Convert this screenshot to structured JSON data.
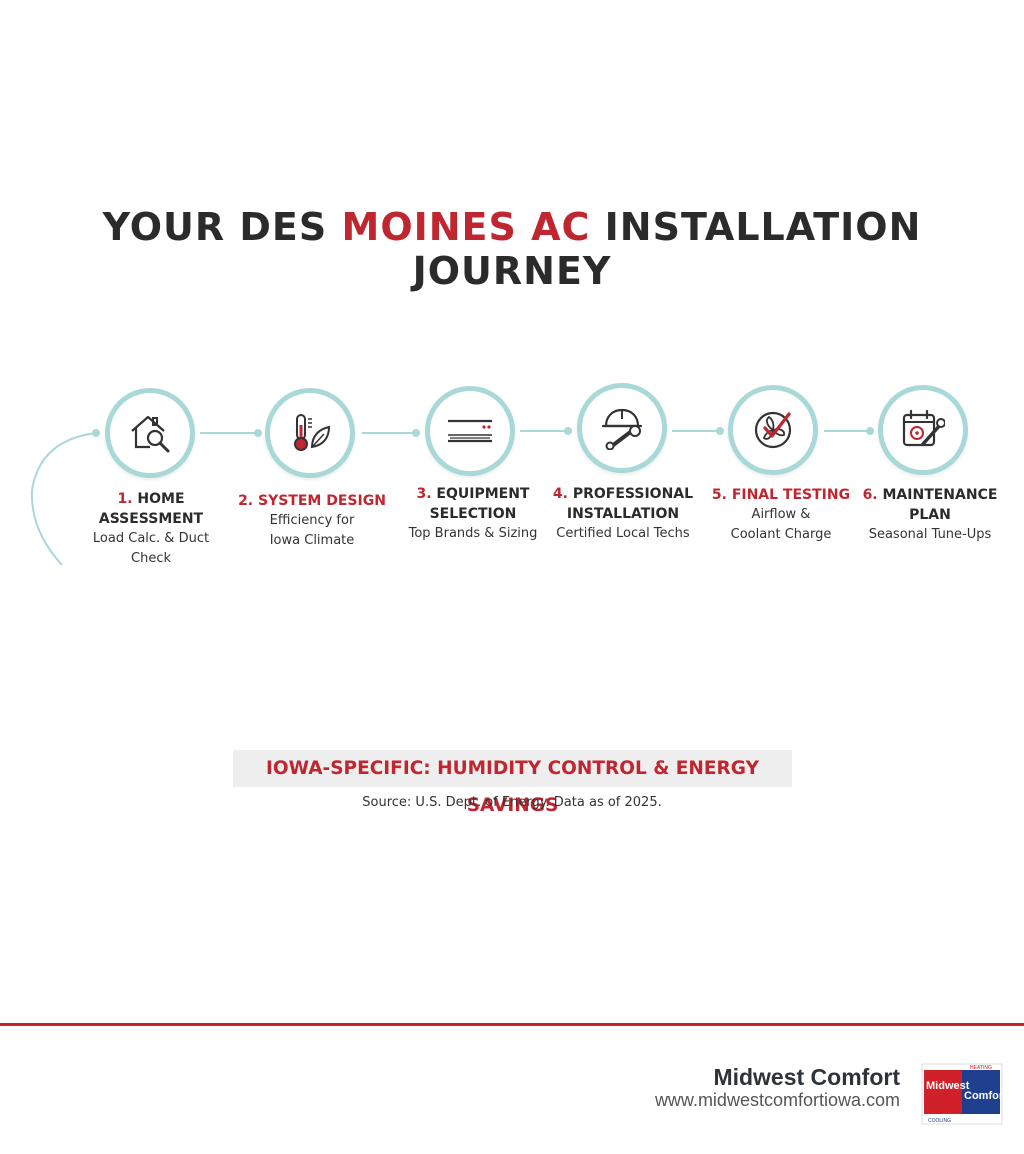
{
  "title": {
    "part1": "YOUR DES ",
    "accent": "MOINES AC",
    "part2": " INSTALLATION JOURNEY"
  },
  "steps": [
    {
      "num": "1.",
      "title_line1": "HOME",
      "title_line2": "ASSESSMENT",
      "desc_line1": "Load Calc. & Duct Check",
      "desc_line2": "",
      "icon": "house-magnifier-icon"
    },
    {
      "num": "2.",
      "title_line1": "SYSTEM DESIGN",
      "title_line2": "",
      "desc_line1": "Efficiency for",
      "desc_line2": "Iowa Climate",
      "icon": "thermometer-leaf-icon"
    },
    {
      "num": "3.",
      "title_line1": "EQUIPMENT",
      "title_line2": "SELECTION",
      "desc_line1": "Top Brands & Sizing",
      "desc_line2": "",
      "icon": "ac-unit-icon"
    },
    {
      "num": "4.",
      "title_line1": "PROFESSIONAL",
      "title_line2": "INSTALLATION",
      "desc_line1": "Certified Local Techs",
      "desc_line2": "",
      "icon": "hardhat-wrench-icon"
    },
    {
      "num": "5.",
      "title_line1": "FINAL TESTING",
      "title_line2": "",
      "desc_line1": "Airflow &",
      "desc_line2": "Coolant Charge",
      "icon": "fan-check-icon"
    },
    {
      "num": "6.",
      "title_line1": "MAINTENANCE",
      "title_line2": "PLAN",
      "desc_line1": "Seasonal Tune-Ups",
      "desc_line2": "",
      "icon": "calendar-tools-icon"
    }
  ],
  "banner": "IOWA-SPECIFIC: HUMIDITY CONTROL & ENERGY SAVINGS",
  "source": "Source: U.S. Dept. of Energy. Data as of 2025.",
  "footer": {
    "brand": "Midwest Comfort",
    "url": "www.midwestcomfortiowa.com",
    "logo_text": "Midwest Comfort",
    "logo_top": "HEATING",
    "logo_bottom": "COOLING"
  },
  "colors": {
    "accent": "#c0262f",
    "circle_border": "#a9d8d8",
    "text": "#2b2b2b"
  }
}
